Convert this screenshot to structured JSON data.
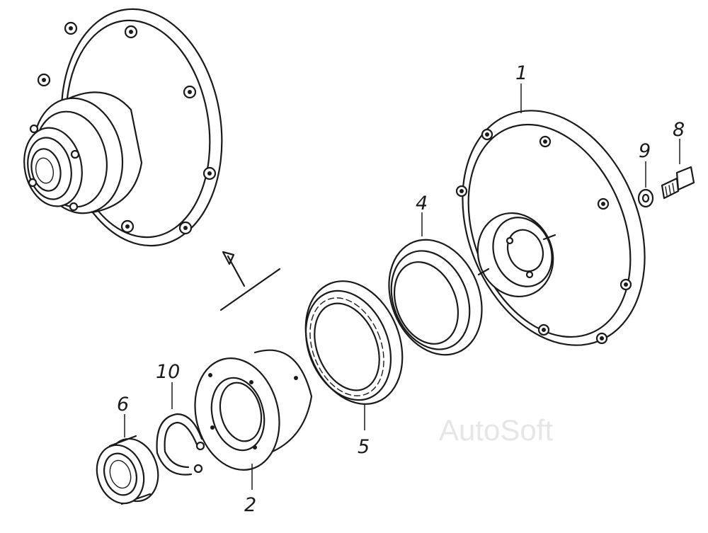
{
  "callouts": [
    {
      "id": "1",
      "label": "1"
    },
    {
      "id": "2",
      "label": "2"
    },
    {
      "id": "4",
      "label": "4"
    },
    {
      "id": "5",
      "label": "5"
    },
    {
      "id": "6",
      "label": "6"
    },
    {
      "id": "8",
      "label": "8"
    },
    {
      "id": "9",
      "label": "9"
    },
    {
      "id": "10",
      "label": "10"
    }
  ],
  "watermark": "AutoSoft",
  "colors": {
    "line": "#1a1a1a",
    "background": "#ffffff",
    "watermark": "#e6e6e6"
  }
}
